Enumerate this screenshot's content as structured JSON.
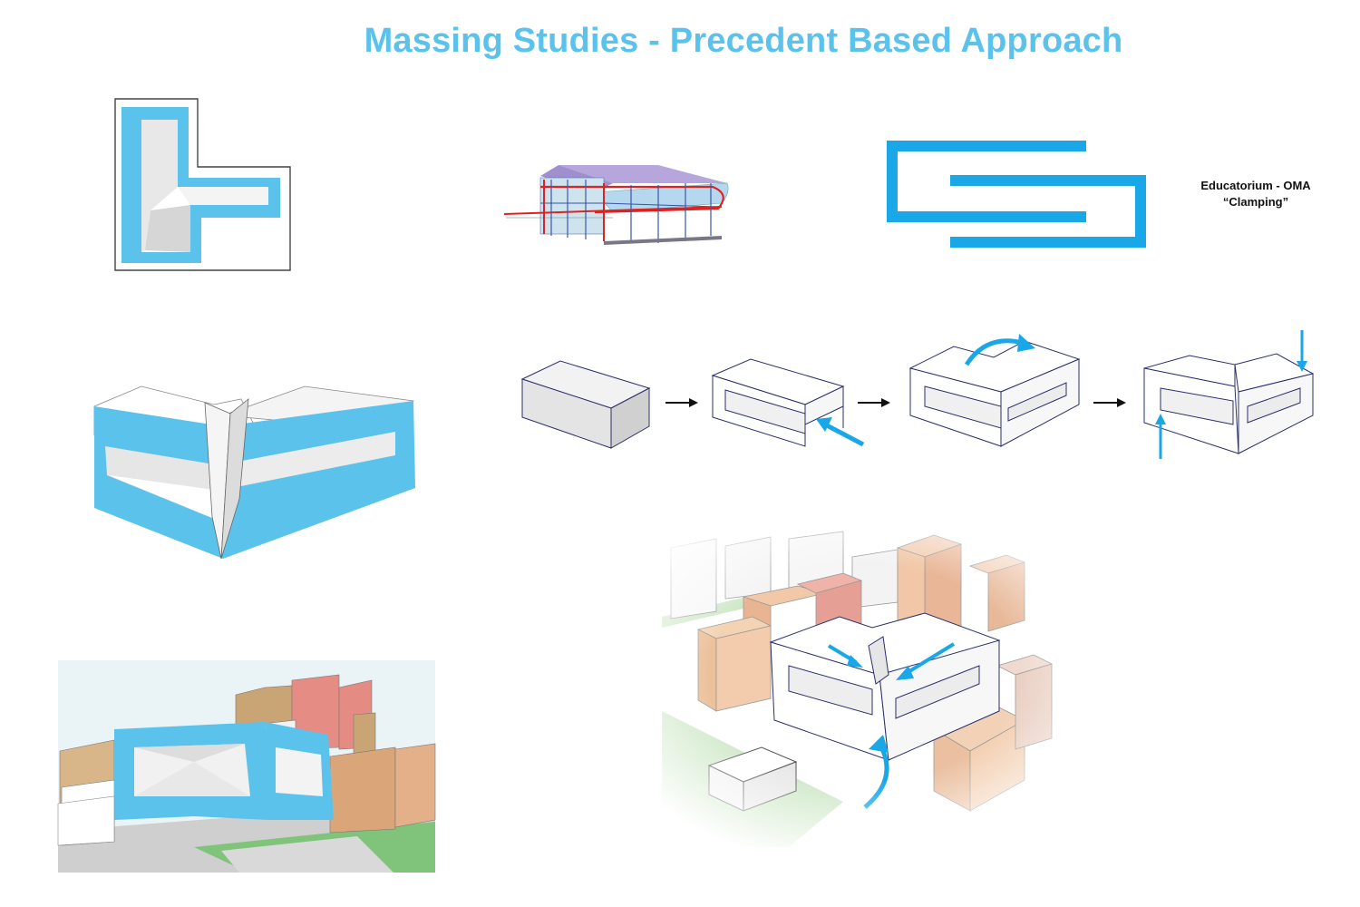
{
  "title": "Massing Studies - Precedent Based Approach",
  "precedent": {
    "name": "Educatorium - OMA",
    "concept": "“Clamping”"
  },
  "colors": {
    "accent_blue": "#5bc2ec",
    "diagram_blue": "#1aa7e8",
    "outline": "#2b2f6b",
    "context_tan": "#d8b68a",
    "context_pink": "#e9a49c",
    "ground_green": "#7fc47a"
  },
  "diagram_sequence": [
    "block",
    "carved-loop",
    "rotated-wing",
    "clamped-form"
  ],
  "icons": [
    "arrow-right-icon",
    "curved-arrow-icon",
    "push-arrow-icon"
  ]
}
